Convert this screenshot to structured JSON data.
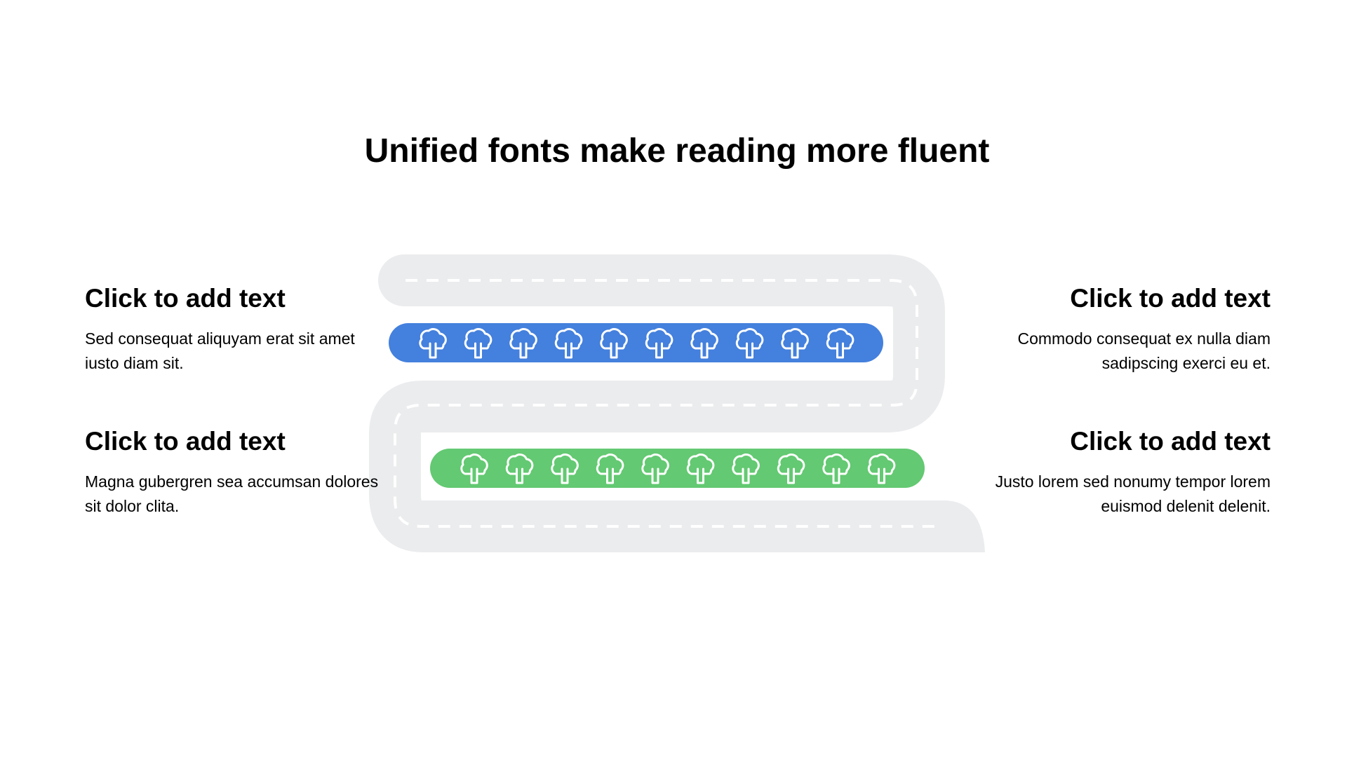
{
  "title": "Unified fonts make reading more fluent",
  "blocks": [
    {
      "heading": "Click to add text",
      "body": "Sed consequat aliquyam erat sit amet iusto diam sit."
    },
    {
      "heading": "Click to add text",
      "body": "Commodo consequat ex nulla diam sadipscing exerci eu et."
    },
    {
      "heading": "Click to add text",
      "body": "Magna gubergren sea accumsan dolores sit dolor clita."
    },
    {
      "heading": "Click to add text",
      "body": "Justo lorem sed nonumy tempor lorem euismod delenit delenit."
    }
  ],
  "rows": [
    {
      "color": "#4480dd",
      "tree_count": 10,
      "icon": "tree-icon"
    },
    {
      "color": "#63c972",
      "tree_count": 10,
      "icon": "tree-icon"
    }
  ],
  "colors": {
    "road": "#ebecee",
    "road_dash": "#ffffff",
    "icon_stroke": "#ffffff"
  }
}
